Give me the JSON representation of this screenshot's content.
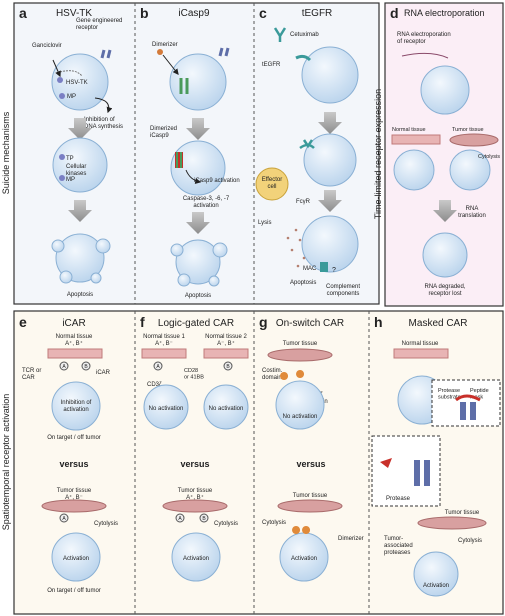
{
  "sidebars": {
    "top": "Suicide mechanisms",
    "bottom": "Spatiotemporal receptor activation",
    "right": "Time-limited receptor expression"
  },
  "panels": {
    "a": {
      "letter": "a",
      "title": "HSV-TK",
      "ganciclovir": "Ganciclovir",
      "gene": "Gene engineered\nreceptor",
      "hsvtk": "HSV-TK",
      "mp": "MP",
      "inhibition": "Inhibition of\nDNA synthesis",
      "tp": "TP",
      "kinases": "Cellular\nkinases",
      "mp2": "MP",
      "apoptosis": "Apoptosis"
    },
    "b": {
      "letter": "b",
      "title": "iCasp9",
      "dimerizer": "Dimerizer",
      "dimerized": "Dimerized\niCasp9",
      "activation": "iCasp9 activation",
      "caspase": "Caspase-3, -6, -7\nactivation",
      "apoptosis": "Apoptosis"
    },
    "c": {
      "letter": "c",
      "title": "tEGFR",
      "cetuximab": "Cetuximab",
      "tegfr": "tEGFR",
      "effector": "Effector\ncell",
      "fcgr": "FcγR",
      "lysis": "Lysis",
      "mac": "MAC",
      "q": "?",
      "apoptosis": "Apoptosis",
      "complement": "Complement\ncomponents"
    },
    "d": {
      "letter": "d",
      "title": "RNA electroporation",
      "rna": "RNA electroporation\nof receptor",
      "normal": "Normal tissue",
      "tumor": "Tumor tissue",
      "cytolysis": "Cytolysis",
      "translation": "RNA\ntranslation",
      "degraded": "RNA degraded,\nreceptor lost"
    },
    "e": {
      "letter": "e",
      "title": "iCAR",
      "normal": "Normal tissue",
      "ab1": "A⁺, B⁺",
      "a": "A",
      "b": "B",
      "tcr": "TCR or\nCAR",
      "icar": "iCAR",
      "inhibition": "Inhibition of\nactivation",
      "ontarget": "On target / off tumor",
      "versus": "versus",
      "tumor": "Tumor tissue",
      "ab2": "A⁺, B⁻",
      "a2": "A",
      "cytolysis": "Cytolysis",
      "activation": "Activation",
      "ontarget2": "On target / off tumor"
    },
    "f": {
      "letter": "f",
      "title": "Logic-gated CAR",
      "normal1": "Normal tissue 1",
      "ab1": "A⁺, B⁻",
      "normal2": "Normal tissue 2",
      "ab2": "A⁻, B⁺",
      "a": "A",
      "b": "B",
      "cd28": "CD28\nor 41BB",
      "cd3": "CD3ζ",
      "noact1": "No activation",
      "noact2": "No activation",
      "versus": "versus",
      "tumor": "Tumor tissue",
      "ab3": "A⁺, B⁺",
      "a2": "A",
      "b2": "B",
      "cytolysis": "Cytolysis",
      "activation": "Activation"
    },
    "g": {
      "letter": "g",
      "title": "On-switch CAR",
      "tumor1": "Tumor tissue",
      "costim": "Costim.\ndomain",
      "cd3": "CD3ζ\ndomain",
      "noact": "No activation",
      "versus": "versus",
      "tumor2": "Tumor tissue",
      "cytolysis": "Cytolysis",
      "dimerizer": "Dimerizer",
      "activation": "Activation"
    },
    "h": {
      "letter": "h",
      "title": "Masked CAR",
      "normal": "Normal tissue",
      "substrate": "Protease\nsubstrate",
      "mask": "Peptide\nmask",
      "protease": "Protease",
      "tumor": "Tumor tissue",
      "associated": "Tumor-\nassociated\nproteases",
      "cytolysis": "Cytolysis",
      "activation": "Activation"
    }
  },
  "colors": {
    "cell": "#d6e6f6",
    "cellEdge": "#8ab0d4",
    "tissue": "#e8b4b4",
    "tissueEdge": "#c07a7a",
    "receptor": "#5e6ea8",
    "teal": "#3a9a9a",
    "green": "#8fb03e",
    "orange": "#e08a3a",
    "red": "#c8302a",
    "arrow": "#999999",
    "panelBg": "#f4f7fb"
  }
}
